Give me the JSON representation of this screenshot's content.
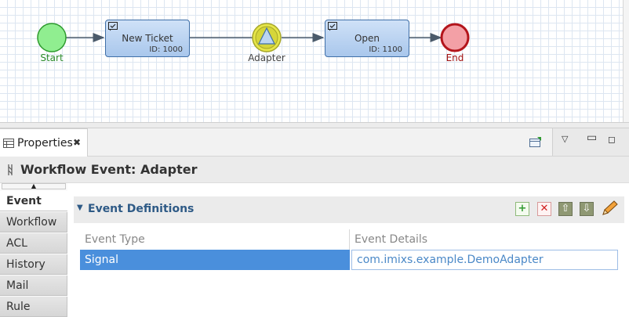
{
  "diagram": {
    "start_label": "Start",
    "end_label": "End",
    "adapter_label": "Adapter",
    "tasks": [
      {
        "title": "New Ticket",
        "id_text": "ID: 1000"
      },
      {
        "title": "Open",
        "id_text": "ID: 1100"
      }
    ],
    "colors": {
      "start_fill": "#90ee90",
      "start_stroke": "#2e9a2e",
      "start_text": "#2a8a2a",
      "end_fill": "#f3a0a6",
      "end_stroke": "#b3141b",
      "end_text": "#a01010",
      "task_fill": "#b6d0ef",
      "task_stroke": "#3f6fa8",
      "flow": "#4a5a6a",
      "gateway": "#d6d63a"
    }
  },
  "properties_view": {
    "tab_label": "Properties",
    "header_title": "Workflow Event: Adapter",
    "side_tabs": [
      "Event",
      "Workflow",
      "ACL",
      "History",
      "Mail",
      "Rule"
    ],
    "active_side_tab": "Event",
    "section_title": "Event Definitions",
    "table": {
      "columns": [
        "Event Type",
        "Event Details"
      ],
      "rows": [
        {
          "event_type": "Signal",
          "event_details": "com.imixs.example.DemoAdapter"
        }
      ]
    }
  }
}
